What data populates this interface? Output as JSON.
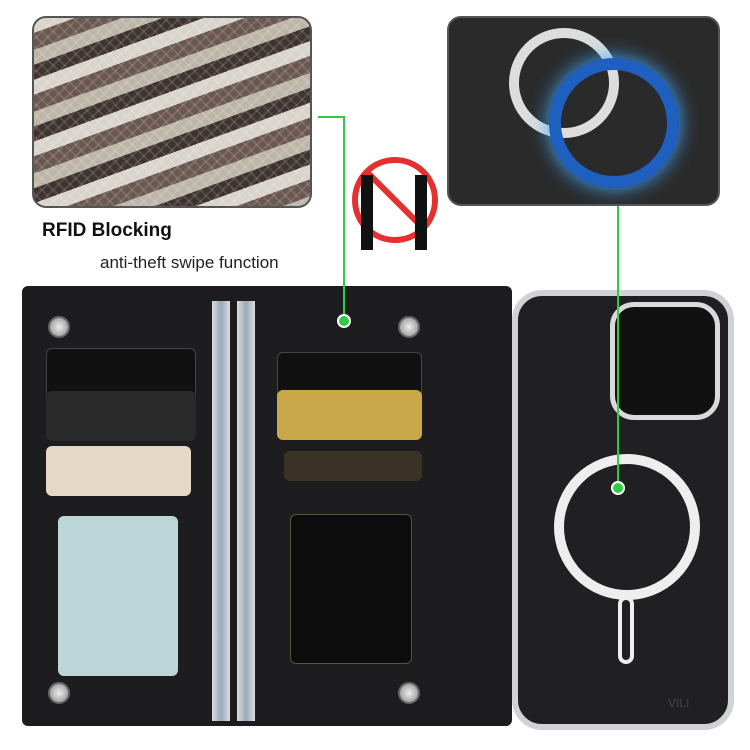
{
  "feature": {
    "title": "RFID Blocking",
    "subtitle": "anti-theft swipe function"
  },
  "brand_logo": "VILI",
  "colors": {
    "callout": "#2ecc40",
    "wallet": "#1d1d1f"
  },
  "icons": [
    "no-skimming-icon"
  ]
}
